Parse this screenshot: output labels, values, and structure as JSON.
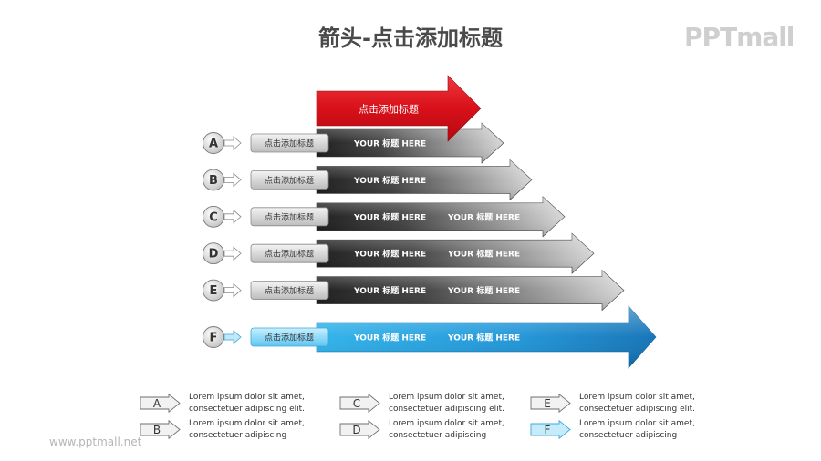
{
  "title": "箭头-点击添加标题",
  "logo": "PPTmall",
  "footer_url": "www.pptmall.net",
  "top_arrow": {
    "label": "点击添加标题",
    "color": "#e0141b"
  },
  "rows": [
    {
      "letter": "A",
      "label": "点击添加标题",
      "texts": [
        "YOUR 标题 HERE"
      ],
      "style": "gray"
    },
    {
      "letter": "B",
      "label": "点击添加标题",
      "texts": [
        "YOUR 标题 HERE"
      ],
      "style": "gray"
    },
    {
      "letter": "C",
      "label": "点击添加标题",
      "texts": [
        "YOUR 标题 HERE",
        "YOUR 标题 HERE"
      ],
      "style": "gray"
    },
    {
      "letter": "D",
      "label": "点击添加标题",
      "texts": [
        "YOUR 标题 HERE",
        "YOUR 标题 HERE"
      ],
      "style": "gray"
    },
    {
      "letter": "E",
      "label": "点击添加标题",
      "texts": [
        "YOUR 标题 HERE",
        "YOUR 标题 HERE"
      ],
      "style": "gray"
    },
    {
      "letter": "F",
      "label": "点击添加标题",
      "texts": [
        "YOUR 标题 HERE",
        "YOUR 标题 HERE"
      ],
      "style": "blue"
    }
  ],
  "colors": {
    "blue": "#1a9fe0",
    "dark": "#1c1c1c",
    "light_gray": "#d8d8d8"
  },
  "legend": [
    {
      "letter": "A",
      "line1": "Lorem ipsum dolor  sit amet,",
      "line2": "consectetuer adipiscing elit.",
      "style": "gray"
    },
    {
      "letter": "B",
      "line1": "Lorem ipsum dolor  sit amet,",
      "line2": "consectetuer adipiscing",
      "style": "gray"
    },
    {
      "letter": "C",
      "line1": "Lorem ipsum dolor  sit amet,",
      "line2": "consectetuer adipiscing elit.",
      "style": "gray"
    },
    {
      "letter": "D",
      "line1": "Lorem ipsum dolor  sit amet,",
      "line2": "consectetuer adipiscing",
      "style": "gray"
    },
    {
      "letter": "E",
      "line1": "Lorem ipsum dolor  sit amet,",
      "line2": "consectetuer adipiscing elit.",
      "style": "gray"
    },
    {
      "letter": "F",
      "line1": "Lorem ipsum dolor  sit amet,",
      "line2": "consectetuer adipiscing",
      "style": "blue"
    }
  ]
}
